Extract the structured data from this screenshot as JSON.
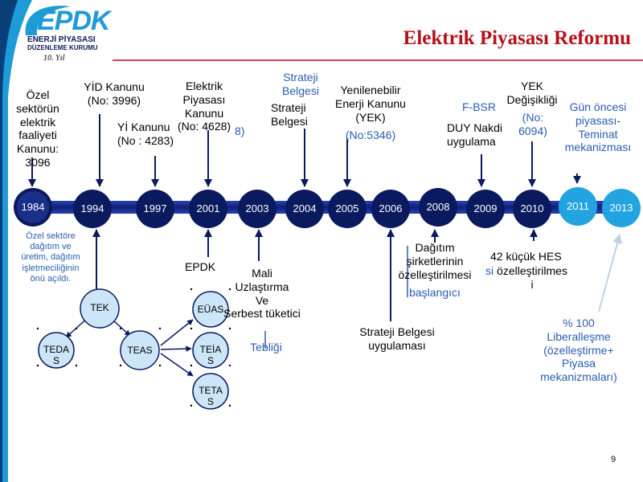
{
  "header": {
    "logo_word": "EPDK",
    "logo_line1": "ENERJİ PİYASASI",
    "logo_line2": "DÜZENLEME KURUMU",
    "logo_tag": "10. Yıl",
    "title": "Elektrik Piyasası Reformu"
  },
  "timeline": {
    "years": [
      "1984",
      "1994",
      "1997",
      "2001",
      "2003",
      "2004",
      "2005",
      "2006",
      "2008",
      "2009",
      "2010",
      "2011",
      "2013"
    ]
  },
  "events_top": {
    "e1984": "Özel\nsektörün\nelektrik\nfaaliyeti\nKanunu:\n3096",
    "e1994": "YİD Kanunu\n(No:  3996)",
    "e1997": "Yİ  Kanunu\n(No : 4283)",
    "e2001_main": "Elektrik\nPiyasası\nKanunu\n(No: 4628)",
    "e2001_overlap": "8)",
    "e2004_blue": "Strateji\nBelgesi",
    "e2004_black": "Strateji\nBelgesi",
    "e2005_black": "Yenilenebilir\nEnerji Kanunu\n(YEK)",
    "e2005_blue": "(No:5346)",
    "e2009_blue": "F-BSR",
    "e2009_black": "DUY    Nakdi\nuygulama",
    "e2010_black": "YEK\nDeğişikliği",
    "e2010_blue": "(No:\n6094)",
    "e2011_blue": "Gün öncesi\npiyasası-\nTeminat\nmekanizması"
  },
  "events_bottom": {
    "e1984": "Özel sektöre\ndağıtım ve\nüretim, dağıtım\nişletmeciliğinin\nönü açıldı.",
    "e2001": "EPDK",
    "e2003_black": "Mali\nUzlaştırma\nVe\nSerbest     tüketici",
    "e2003_blue": "Tebliği",
    "e2006": "Strateji Belgesi\nuygulaması",
    "e2008_black": "Dağıtım\nşirketlerinin\nözelleştirilmesi",
    "e2008_blue": "başlangıcı",
    "e2010_black": "42 küçük HES",
    "e2010_blue": "si",
    "e2010_black2": "özelleştirilmes\ni",
    "liberal_blue": "% 100\nLiberalleşme\n(özelleştirme+\nPiyasa\nmekanizmaları)"
  },
  "tree": {
    "tek": "TEK",
    "tedas": "TEDA\nS",
    "teas": "TEAS",
    "euas": "EÜAS",
    "teias": "TEİA\nS",
    "tetas": "TETA\nS"
  },
  "colors": {
    "navy": "#0b1a5e",
    "bar": "#1b2f8a",
    "light_blue": "#23a4e0",
    "title_red": "#b5121b",
    "text_blue": "#2a5db0",
    "tree_fill": "#cce6f7"
  },
  "page_number": "9"
}
